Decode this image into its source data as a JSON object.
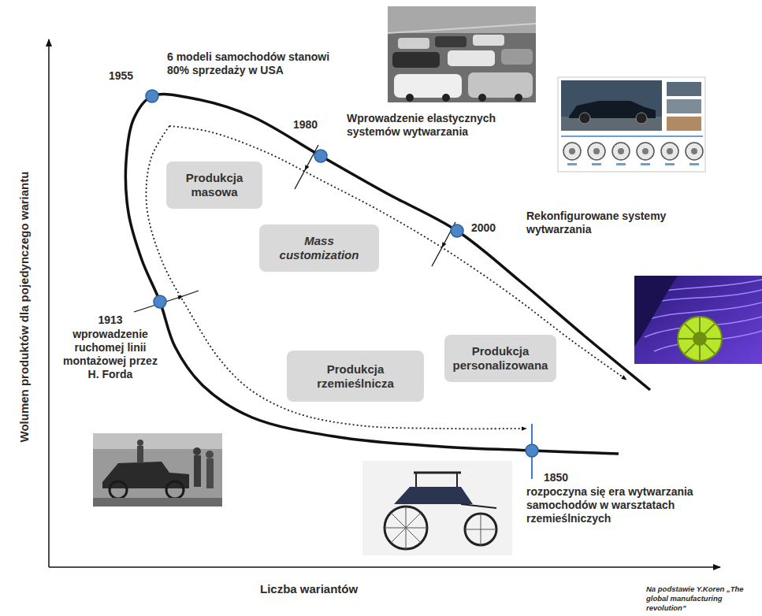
{
  "diagram": {
    "nodes": [
      {
        "text": [
          "Produkcja masowa"
        ]
      },
      {
        "text": [
          "Mass customization"
        ]
      },
      {
        "text": [
          "Produkcja personalizowana"
        ]
      },
      {
        "text": [
          "Produkcja rzemieślnicza"
        ]
      }
    ],
    "labels": [
      "1955",
      "6 modeli samochodów stanowi 80% sprzedaży w USA",
      "1980",
      "Wprowadzenie elastycznych systemów wytwarzania",
      "2000",
      "Rekonfigurowane systemy wytwarzania",
      "1913",
      "wprowadzenie ruchomej linii montażowej przez H. Forda",
      "1850",
      "rozpoczyna się era wytwarzania samochodów w warsztatach rzemieślniczych",
      "Wolumen produktów dla pojedynczego wariantu",
      "Liczba wariantów",
      "Na podstawie Y.Koren „The global manufacturing revolution”"
    ]
  }
}
